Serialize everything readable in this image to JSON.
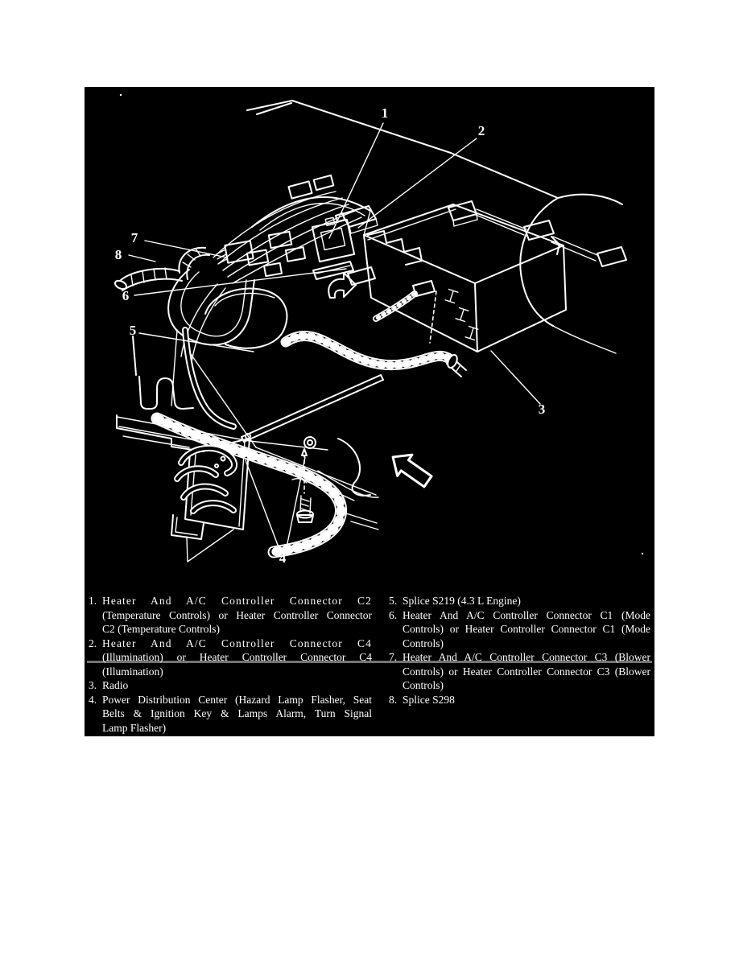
{
  "figure": {
    "background_color": "#000000",
    "line_color": "#ffffff",
    "callouts": [
      {
        "label": "1"
      },
      {
        "label": "2"
      },
      {
        "label": "3"
      },
      {
        "label": "4"
      },
      {
        "label": "5"
      },
      {
        "label": "6"
      },
      {
        "label": "7"
      },
      {
        "label": "8"
      }
    ]
  },
  "legend": {
    "columns": [
      {
        "items": [
          {
            "num": "1.",
            "lines": [
              "Heater And A/C Controller Connector C2",
              "(Temperature Controls) or Heater Controller Connector",
              "C2 (Temperature Controls)"
            ]
          },
          {
            "num": "2.",
            "lines": [
              "Heater And A/C Controller Connector C4",
              "(Illumination) or Heater Controller Connector C4",
              "(Illumination)"
            ]
          },
          {
            "num": "3.",
            "lines": [
              "Radio"
            ]
          },
          {
            "num": "4.",
            "lines": [
              "Power Distribution Center (Hazard Lamp Flasher, Seat",
              "Belts & Ignition Key & Lamps Alarm, Turn Signal",
              "Lamp Flasher)"
            ]
          }
        ]
      },
      {
        "items": [
          {
            "num": "5.",
            "lines": [
              "Splice S219 (4.3 L Engine)"
            ]
          },
          {
            "num": "6.",
            "lines": [
              "Heater And A/C Controller Connector C1 (Mode",
              "Controls) or Heater Controller Connector C1 (Mode",
              "Controls)"
            ]
          },
          {
            "num": "7.",
            "lines": [
              "Heater And A/C Controller Connector C3 (Blower",
              "Controls) or Heater Controller Connector C3 (Blower",
              "Controls)"
            ]
          },
          {
            "num": "8.",
            "lines": [
              "Splice S298"
            ]
          }
        ]
      }
    ]
  }
}
